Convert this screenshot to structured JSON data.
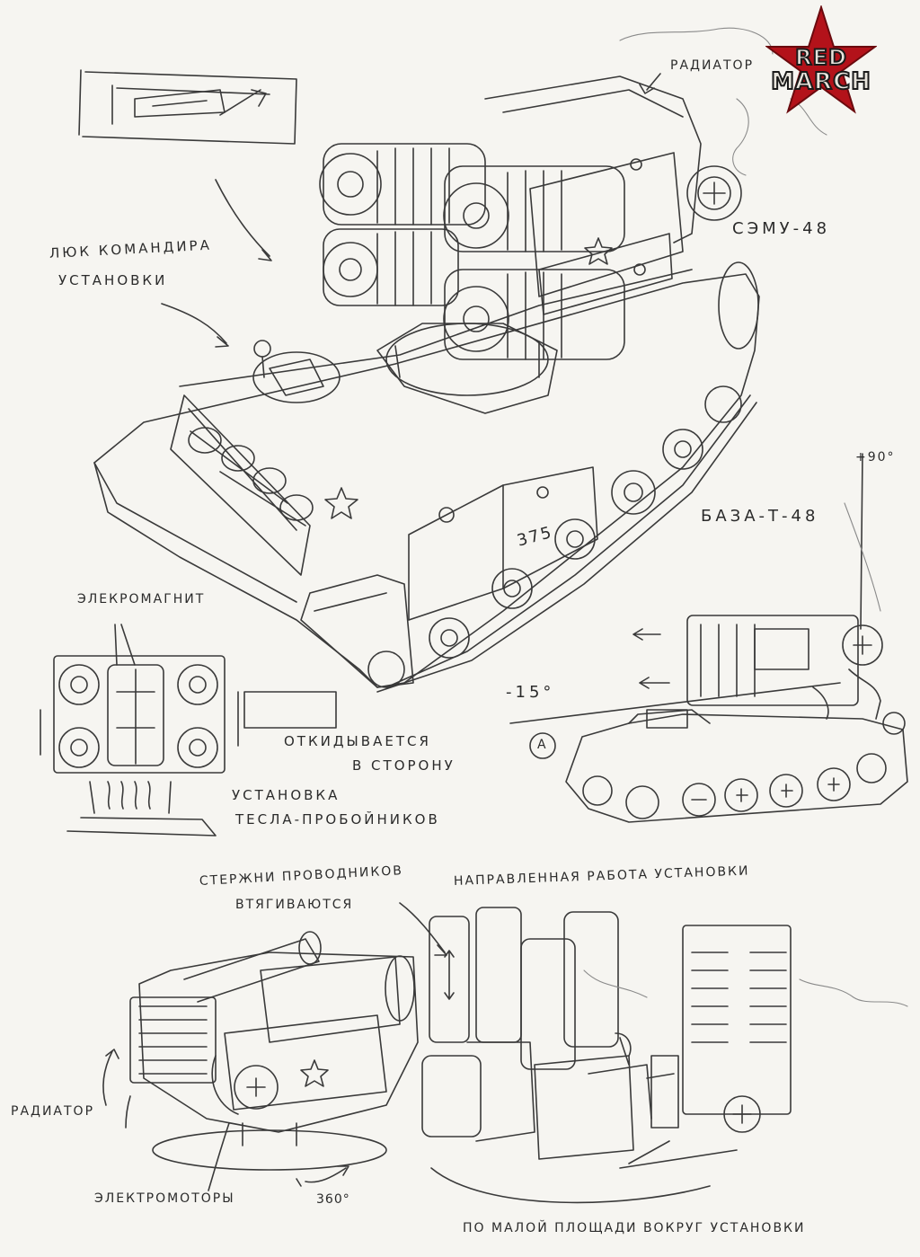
{
  "logo": {
    "line1": "RED",
    "line2": "MARCH",
    "star_color": "#b3121a",
    "icon": "red-star-icon"
  },
  "labels": {
    "radiator_top": "РАДИАТОР",
    "vehicle_name": "СЭМУ-48",
    "commander_hatch_line1": "ЛЮК КОМАНДИРА",
    "commander_hatch_line2": "УСТАНОВКИ",
    "hull_number": "375",
    "elevation_up": "+90°",
    "base_name": "БАЗА-Т-48",
    "elevation_down": "-15°",
    "marker_a": "A",
    "electromagnet": "ЭЛЕКРОМАГНИТ",
    "folds_line1": "ОТКИДЫВАЕТСЯ",
    "folds_line2": "В СТОРОНУ",
    "tesla_line1": "УСТАНОВКА",
    "tesla_line2": "ТЕСЛА-ПРОБОЙНИКОВ",
    "rods_line1": "СТЕРЖНИ ПРОВОДНИКОВ",
    "rods_line2": "ВТЯГИВАЮТСЯ",
    "directed_work": "НАПРАВЛЕННАЯ РАБОТА УСТАНОВКИ",
    "radiator_bottom": "РАДИАТОР",
    "electromotors": "ЭЛЕКТРОМОТОРЫ",
    "rotation": "360°",
    "small_area": "ПО МАЛОЙ ПЛОЩАДИ ВОКРУГ УСТАНОВКИ"
  },
  "colors": {
    "paper": "#f6f5f1",
    "pencil": "#2b2b2b"
  }
}
